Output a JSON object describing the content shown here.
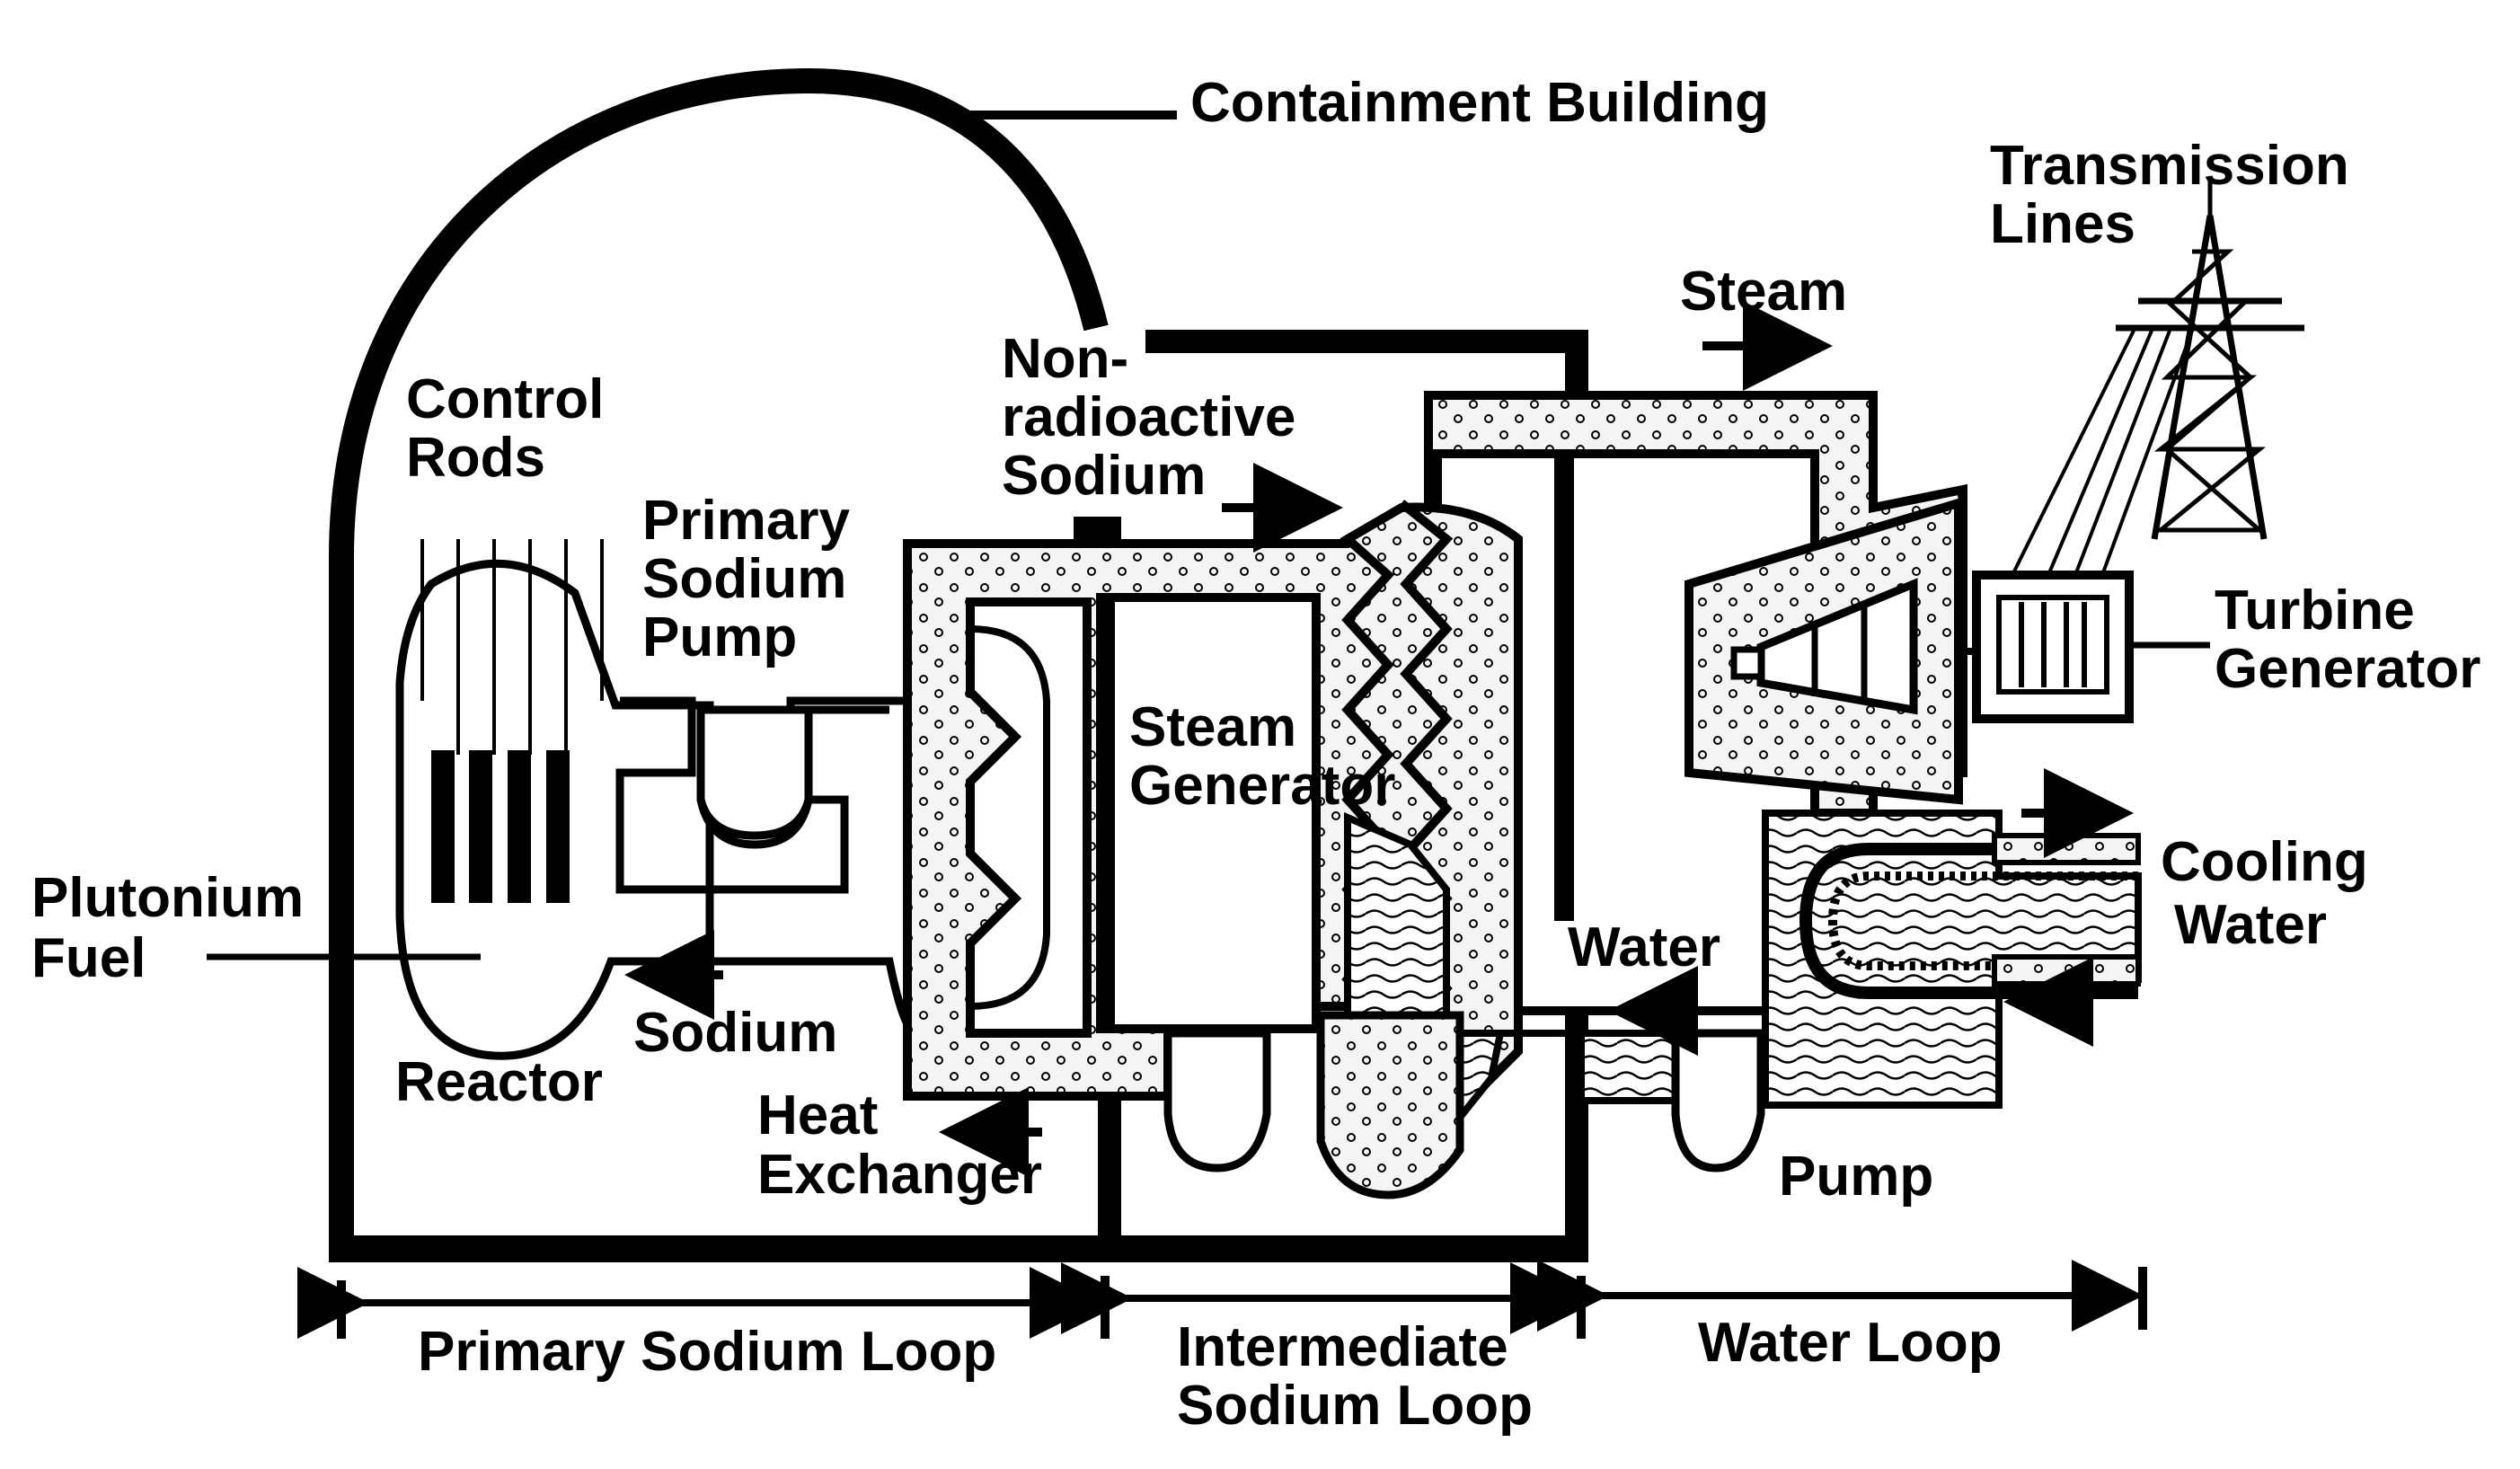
{
  "labels": {
    "containment_building": "Containment Building",
    "transmission_lines_1": "Transmission",
    "transmission_lines_2": "Lines",
    "steam": "Steam",
    "non_radioactive_1": "Non-",
    "non_radioactive_2": "radioactive",
    "non_radioactive_3": "Sodium",
    "control_rods_1": "Control",
    "control_rods_2": "Rods",
    "primary_pump_1": "Primary",
    "primary_pump_2": "Sodium",
    "primary_pump_3": "Pump",
    "steam_generator_1": "Steam",
    "steam_generator_2": "Generator",
    "turbine_generator_1": "Turbine",
    "turbine_generator_2": "Generator",
    "cooling_water_1": "Cooling",
    "cooling_water_2": "Water",
    "plutonium_fuel_1": "Plutonium",
    "plutonium_fuel_2": "Fuel",
    "water": "Water",
    "sodium": "Sodium",
    "reactor": "Reactor",
    "heat_exchanger_1": "Heat",
    "heat_exchanger_2": "Exchanger",
    "pump": "Pump",
    "primary_loop": "Primary Sodium Loop",
    "intermediate_loop_1": "Intermediate",
    "intermediate_loop_2": "Sodium Loop",
    "water_loop": "Water Loop"
  },
  "colors": {
    "ink": "#000000",
    "paper": "#ffffff",
    "sodium_fill": "#f3f3f3"
  }
}
